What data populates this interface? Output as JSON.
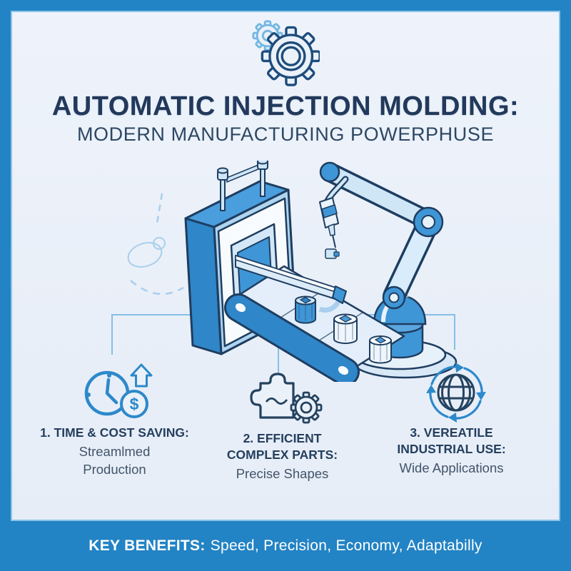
{
  "header": {
    "icon": "gear-icon",
    "title": "AUTOMATIC INJECTION MOLDING:",
    "subtitle": "MODERN MANUFACTURING POWERPHUSE"
  },
  "illustration": {
    "description": "Isometric blue line illustration of an automatic injection molding machine: mold plate with guide pins, injection bar, robotic arm with injector nozzle, and conveyor belt carrying molded ribbed parts"
  },
  "benefits": [
    {
      "icon": "clock-dollar-arrow-icon",
      "heading": [
        "1. TIME & COST SAVING:"
      ],
      "sub": [
        "Streamlmed",
        "Production"
      ]
    },
    {
      "icon": "puzzle-gear-icon",
      "heading": [
        "2. EFFICIENT",
        "COMPLEX PARTS:"
      ],
      "sub": [
        "Precise Shapes"
      ]
    },
    {
      "icon": "globe-cycle-icon",
      "heading": [
        "3. VEREATILE",
        "INDUSTRIAL USE:"
      ],
      "sub": [
        "Wide Applications"
      ]
    }
  ],
  "footer": {
    "label": "KEY BENEFITS:",
    "text": "Speed, Precision, Economy, Adaptabilly"
  },
  "glyphs": {
    "dollar": "$"
  },
  "colors": {
    "border_blue": "#2283c5",
    "background": "#ebf1f9",
    "title_navy": "#22395b",
    "icon_blue": "#2d89ca",
    "outline_navy": "#1e3d60",
    "machine_blue": "#3f96d6",
    "machine_light": "#cfe6f7",
    "connector_line": "#85bfe6"
  }
}
